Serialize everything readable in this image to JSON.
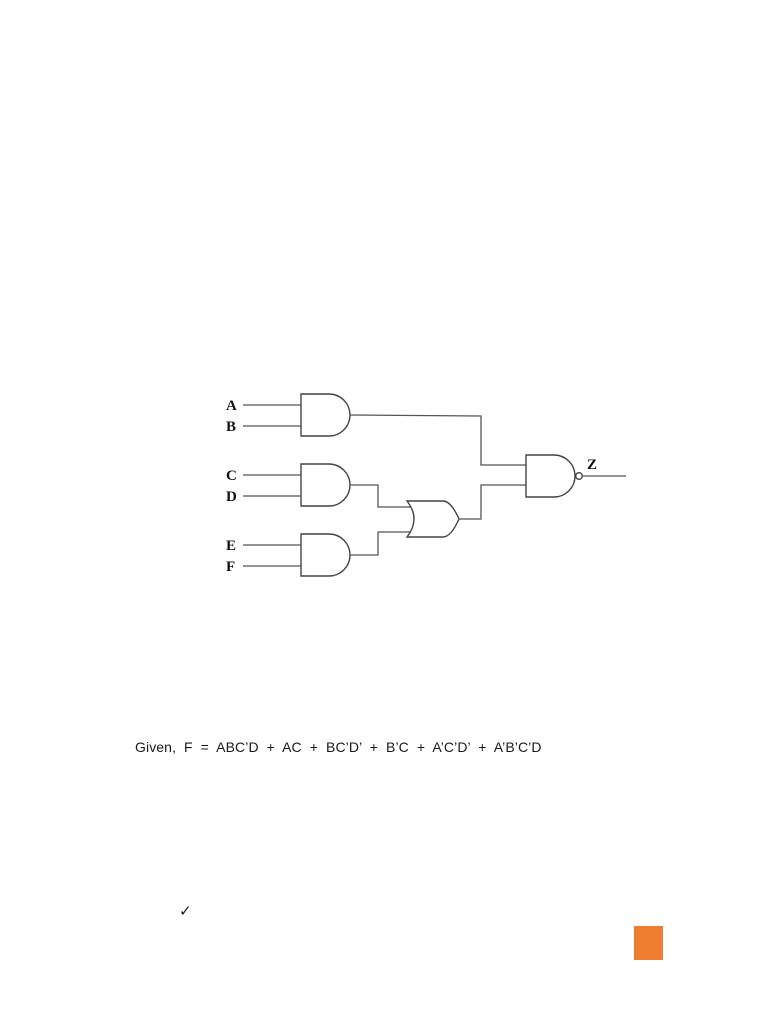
{
  "circuit": {
    "inputs": [
      "A",
      "B",
      "C",
      "D",
      "E",
      "F"
    ],
    "output": "Z"
  },
  "equation": {
    "text": "Given,  F  =  ABC’D  +  AC  +  BC’D’  +  B’C  +  A’C’D’  +  A’B’C’D"
  },
  "checkmark": "✓",
  "colors": {
    "page_marker": "#ef7d2f",
    "wire": "#555555"
  }
}
